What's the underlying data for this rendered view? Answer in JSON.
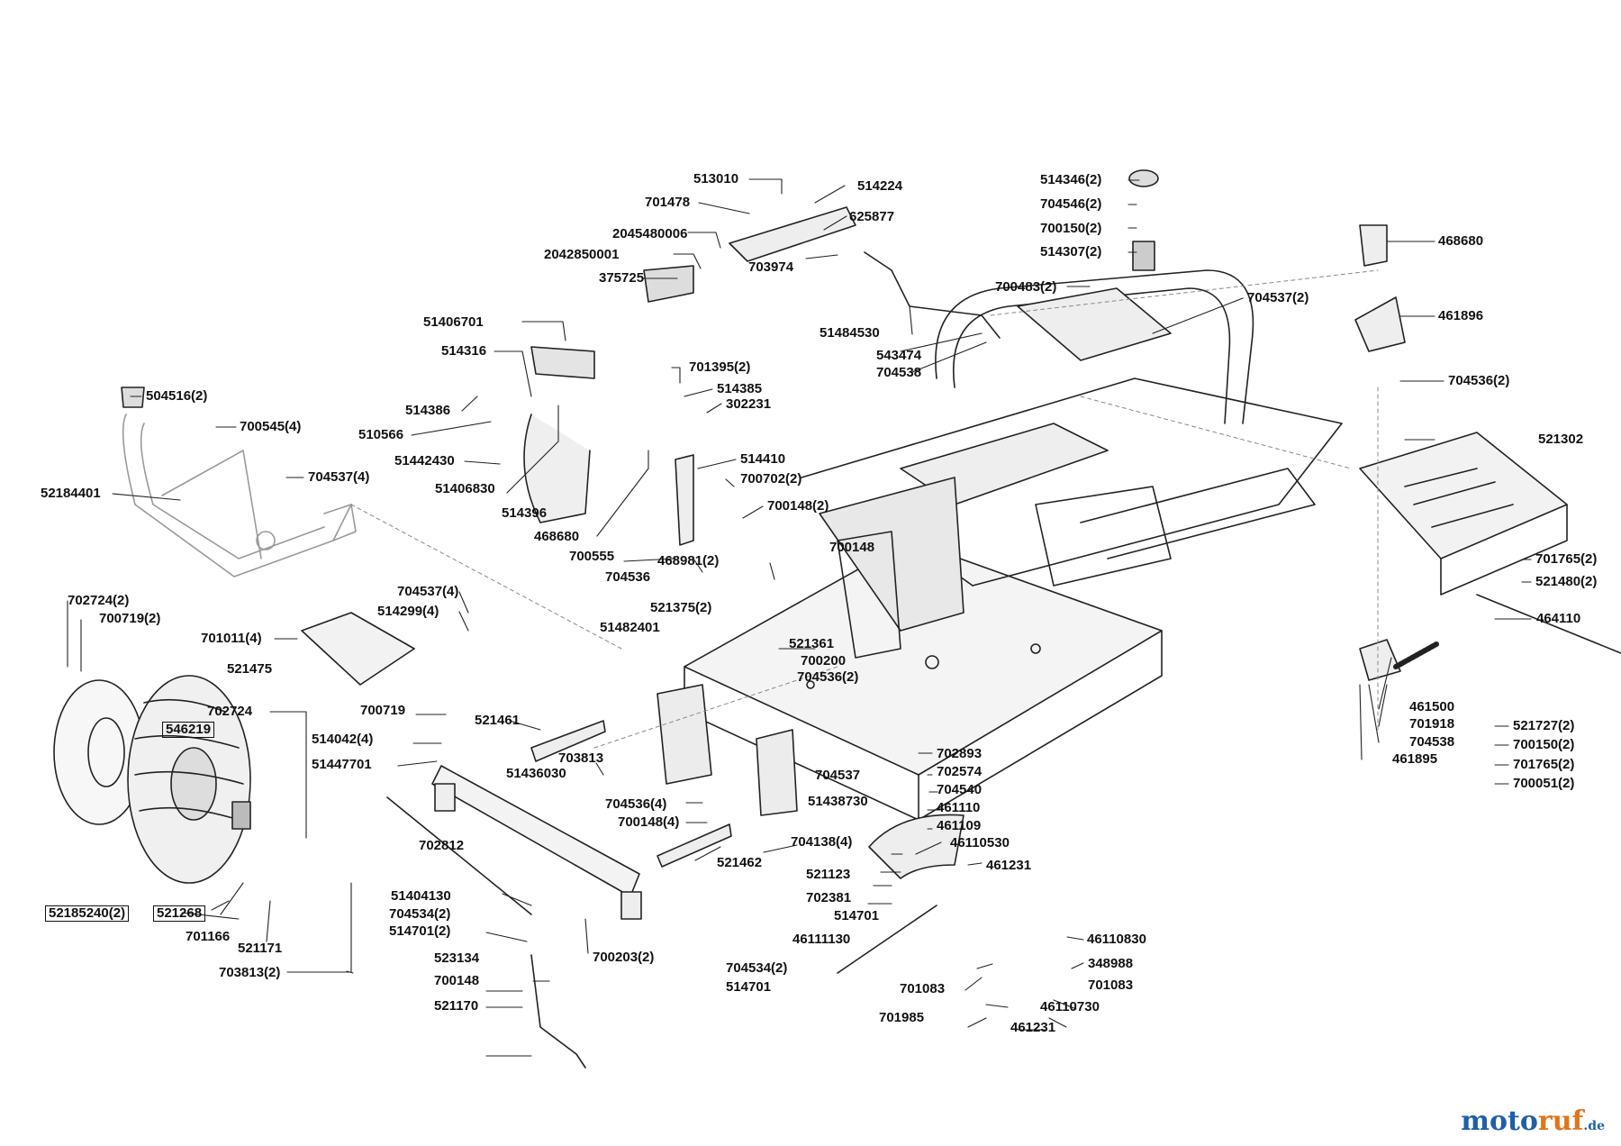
{
  "labels": [
    "513010",
    "514224",
    "701478",
    "625877",
    "2045480006",
    "2042850001",
    "703974",
    "375725",
    "51484530",
    "543474",
    "704538",
    "514346(2)",
    "704546(2)",
    "700150(2)",
    "514307(2)",
    "700483(2)",
    "704537(2)",
    "468680",
    "461896",
    "704536(2)",
    "51406701",
    "514316",
    "701395(2)",
    "514385",
    "514386",
    "302231",
    "510566",
    "51442430",
    "514410",
    "51406830",
    "700702(2)",
    "700148(2)",
    "514396",
    "468680",
    "700148",
    "700555",
    "704536",
    "468981(2)",
    "521375(2)",
    "504516(2)",
    "700545(4)",
    "704537(4)",
    "52184401",
    "521302",
    "701765(2)",
    "521480(2)",
    "464110",
    "702724(2)",
    "700719(2)",
    "704537(4)",
    "514299(4)",
    "51482401",
    "701011(4)",
    "521361",
    "700200",
    "704536(2)",
    "521475",
    "461500",
    "701918",
    "704538",
    "461895",
    "521727(2)",
    "700150(2)",
    "701765(2)",
    "700051(2)",
    "702724",
    "700719",
    "521461",
    "546219",
    "514042(4)",
    "51447701",
    "703813",
    "51436030",
    "704537",
    "702893",
    "702574",
    "704540",
    "51438730",
    "461110",
    "461109",
    "704536(4)",
    "700148(4)",
    "704138(4)",
    "46110530",
    "521462",
    "702812",
    "461231",
    "521123",
    "702381",
    "514701",
    "51404130",
    "704534(2)",
    "514701(2)",
    "52185240(2)",
    "521268",
    "46111130",
    "46110830",
    "701166",
    "521171",
    "523134",
    "700203(2)",
    "348988",
    "704534(2)",
    "701083",
    "700148",
    "514701",
    "703813(2)",
    "701083",
    "46110730",
    "521170",
    "701985",
    "461231"
  ],
  "brand": {
    "part1": "moto",
    "part2": "ruf",
    "suffix": ".de"
  }
}
